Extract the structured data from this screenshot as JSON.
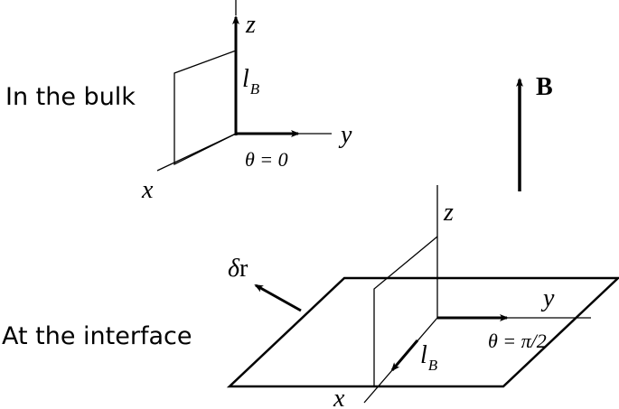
{
  "labels": {
    "bulk": "In the bulk",
    "interface": "At the interface",
    "field": "B"
  },
  "bulk_axes": {
    "x": "x",
    "y": "y",
    "z": "z",
    "l": "l",
    "l_sub": "B",
    "theta": "θ = 0"
  },
  "interface_axes": {
    "x": "x",
    "y": "y",
    "z": "z",
    "l": "l",
    "l_sub": "B",
    "theta": "θ = π/2",
    "delta": "δ",
    "r": "r"
  },
  "colors": {
    "ink": "#000000",
    "background": "#ffffff"
  }
}
